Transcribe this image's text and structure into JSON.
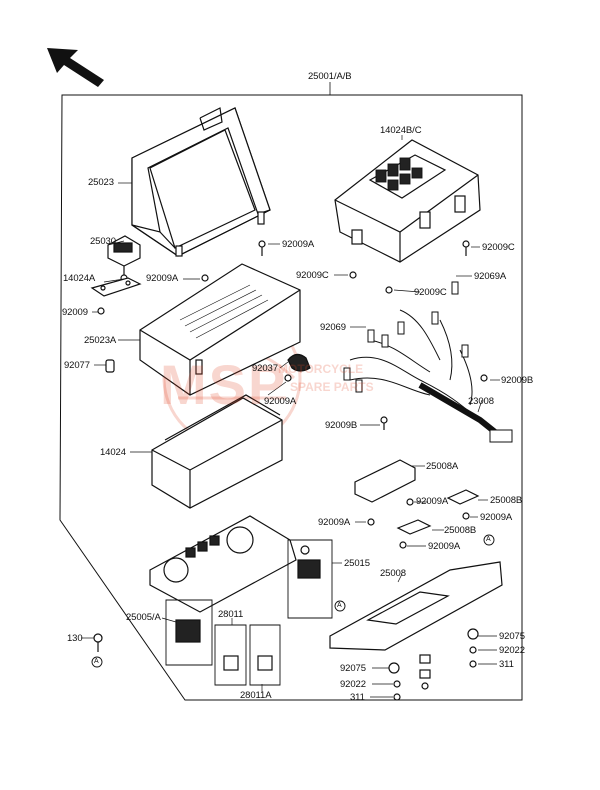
{
  "watermark": {
    "main": "MSP",
    "sub1": "MOTORCYCLE",
    "sub2": "SPARE PARTS",
    "color": "#e24a2a"
  },
  "labels": {
    "p25001": "25001/A/B",
    "p14024bc": "14024B/C",
    "p25023": "25023",
    "p25030": "25030",
    "p92009a_1": "92009A",
    "p92009c_1": "92009C",
    "p14024a": "14024A",
    "p92009a_2": "92009A",
    "p92009c_2": "92009C",
    "p92069a": "92069A",
    "p92009": "92009",
    "p92009c_3": "92009C",
    "p92069": "92069",
    "p25023a": "25023A",
    "p92037": "92037",
    "p92077": "92077",
    "p92009b_1": "92009B",
    "p92009a_3": "92009A",
    "p23008": "23008",
    "p92009b_2": "92009B",
    "p14024": "14024",
    "p25008a": "25008A",
    "p92009a_4": "92009A",
    "p25008b": "25008B",
    "p92009a_5": "92009A",
    "p92009a_6": "92009A",
    "p25008b_2": "25008B",
    "p92009a_7": "92009A",
    "p25015": "25015",
    "p25008": "25008",
    "p28011": "28011",
    "p25005a": "25005/A",
    "p130": "130",
    "p92075_1": "92075",
    "p92022_1": "92022",
    "p311_1": "311",
    "p92075_2": "92075",
    "p92022_2": "92022",
    "p311_2": "311",
    "p28011a": "28011A",
    "refA1": "A",
    "refA2": "A",
    "refA3": "A"
  }
}
